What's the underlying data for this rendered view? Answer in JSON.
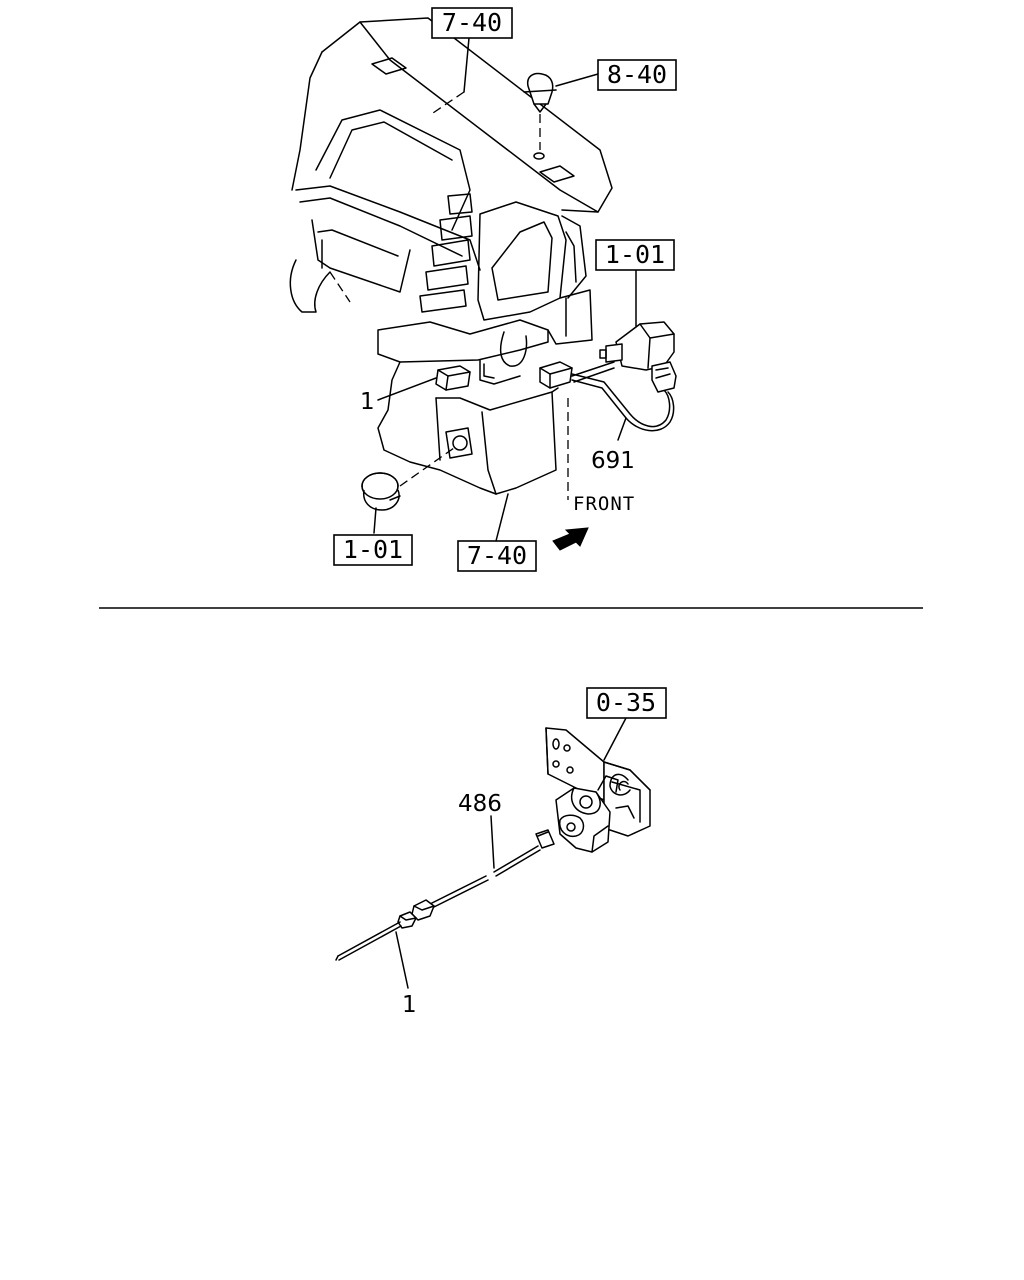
{
  "top_section": {
    "callouts": {
      "dash_panel_top": "7-40",
      "clip": "8-40",
      "switch_right": "1-01",
      "switch_left": "1-01",
      "dash_panel_bottom": "7-40"
    },
    "part_numbers": {
      "connector": "1",
      "harness": "691"
    },
    "direction_label": "FRONT"
  },
  "bottom_section": {
    "callouts": {
      "bracket": "0-35"
    },
    "part_numbers": {
      "harness": "486",
      "connector": "1"
    }
  }
}
